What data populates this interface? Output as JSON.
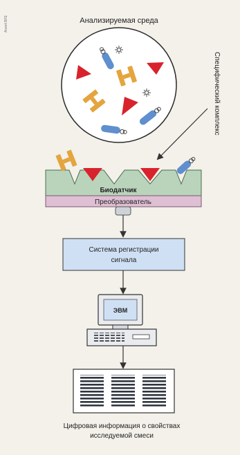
{
  "diagram": {
    "sample_label": "Анализируемая среда",
    "complex_label": "Специфический комплекс",
    "biosensor_label": "Биодатчик",
    "transducer_label": "Преобразователь",
    "registration_label_line1": "Система регистрации",
    "registration_label_line2": "сигнала",
    "computer_label": "ЭВМ",
    "output_label_line1": "Цифровая информация о свойствах",
    "output_label_line2": "исследуемой смеси",
    "margin_note": "Anzeit BFE"
  },
  "colors": {
    "background": "#f3f1ea",
    "sensor_green": "#b9d4ba",
    "transducer_pink": "#dfbfd4",
    "box_blue": "#cfe0f4",
    "triangle_red": "#d8232c",
    "antibody_orange": "#e4a53e",
    "receptor_blue": "#5f8fce",
    "arrow": "#333333"
  }
}
